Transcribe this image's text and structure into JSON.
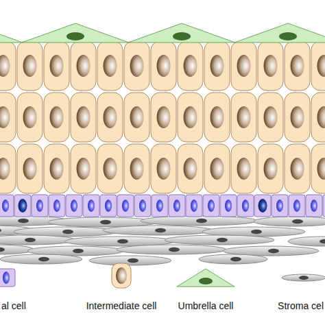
{
  "diagram": {
    "legend": [
      {
        "text": "al cell"
      },
      {
        "text": "Intermediate cell"
      },
      {
        "text": "Umbrella cell"
      },
      {
        "text": "Stroma cel"
      }
    ]
  }
}
